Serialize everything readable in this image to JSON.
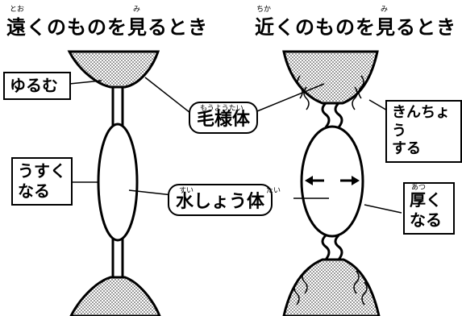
{
  "left_title": "遠くのものを見るとき",
  "left_title_ruby_1": "とお",
  "left_title_ruby_2": "み",
  "right_title": "近くのものを見るとき",
  "right_title_ruby_1": "ちか",
  "right_title_ruby_2": "み",
  "ciliary_label": "毛様体",
  "ciliary_ruby": "もうようたい",
  "lens_label": "水しょう体",
  "lens_ruby_1": "すい",
  "lens_ruby_2": "たい",
  "left_ciliary_state": "ゆるむ",
  "left_lens_state_line1": "うすく",
  "left_lens_state_line2": "なる",
  "right_ciliary_state_line1": "きんちょう",
  "right_ciliary_state_line2": "する",
  "right_lens_state_line1": "厚く",
  "right_lens_state_ruby": "あつ",
  "right_lens_state_line2": "なる"
}
